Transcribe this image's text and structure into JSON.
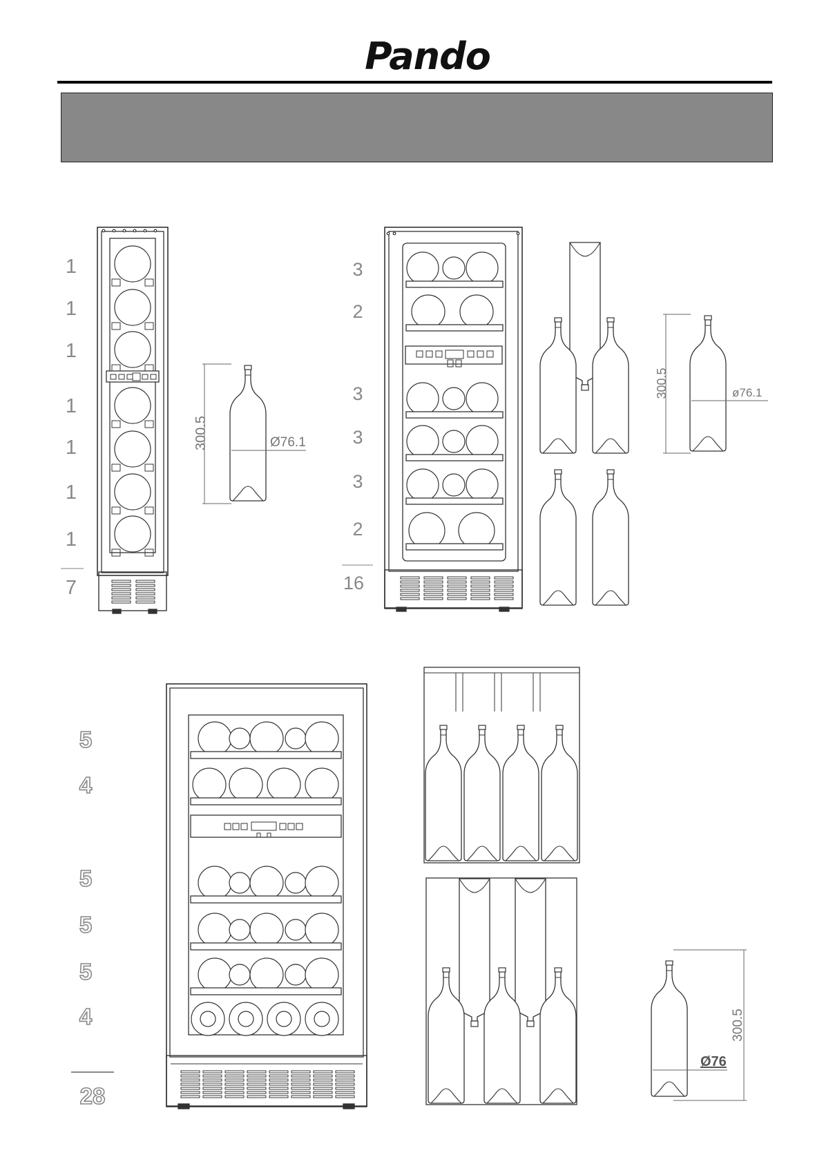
{
  "brand": {
    "name": "Pando"
  },
  "title_band": {
    "text": ""
  },
  "models": [
    {
      "shelf_counts": [
        "1",
        "1",
        "1",
        "1",
        "1",
        "1",
        "1"
      ],
      "total": "7",
      "bottle_height": "300.5",
      "bottle_diameter": "Ø76.1"
    },
    {
      "shelf_counts": [
        "3",
        "2",
        "3",
        "3",
        "3",
        "2"
      ],
      "total": "16",
      "bottle_height": "300.5",
      "bottle_diameter": "ø76.1"
    },
    {
      "shelf_counts": [
        "5",
        "4",
        "5",
        "5",
        "5",
        "4"
      ],
      "total": "28",
      "bottle_height": "300.5",
      "bottle_diameter": "Ø76"
    }
  ]
}
